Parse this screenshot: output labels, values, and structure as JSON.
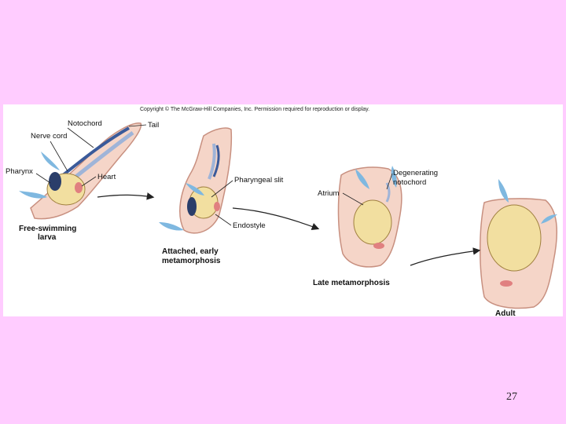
{
  "copyright": "Copyright © The McGraw-Hill Companies, Inc. Permission required for reproduction or display.",
  "labels": {
    "notochord": "Notochord",
    "tail": "Tail",
    "nerve_cord": "Nerve cord",
    "pharynx": "Pharynx",
    "heart": "Heart",
    "pharyngeal_slit": "Pharyngeal slit",
    "endostyle": "Endostyle",
    "atrium": "Atrium",
    "degenerating_notochord_line1": "Degenerating",
    "degenerating_notochord_line2": "notochord"
  },
  "stages": {
    "larva_line1": "Free-swimming",
    "larva_line2": "larva",
    "early_line1": "Attached, early",
    "early_line2": "metamorphosis",
    "late": "Late metamorphosis",
    "adult": "Adult"
  },
  "page_number": "27",
  "colors": {
    "background": "#ffccff",
    "tunic": "#f5d5c8",
    "tunic_outline": "#c89080",
    "pharynx": "#f2dfa0",
    "nerve": "#3a5a9a",
    "notochord": "#9fb4d8",
    "siphon_current": "#7fb8e0",
    "heart": "#e08080"
  }
}
